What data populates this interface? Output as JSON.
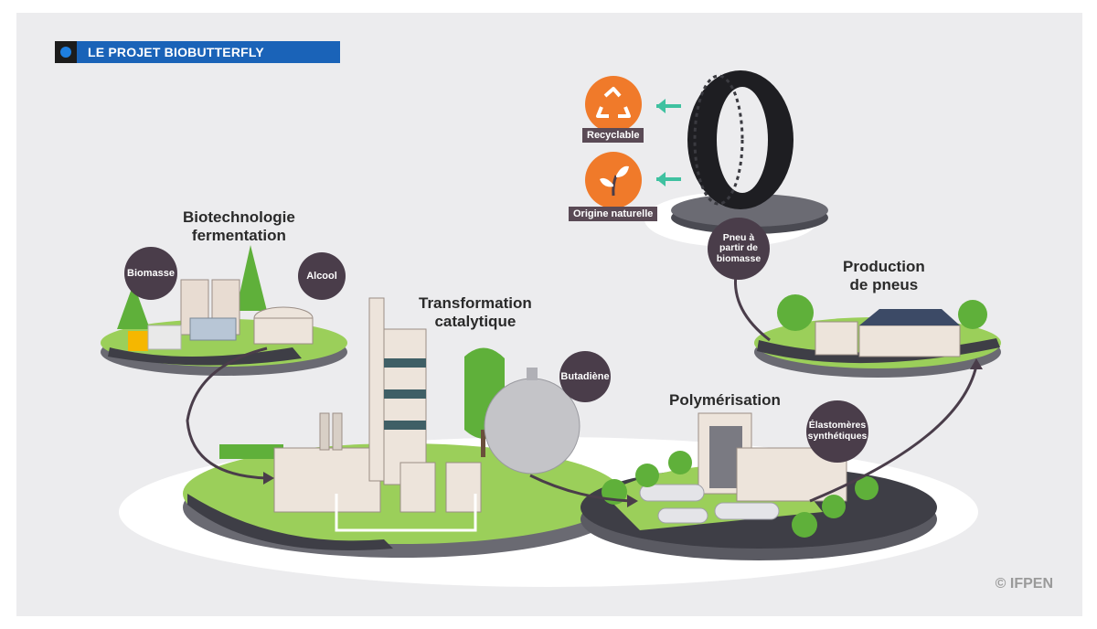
{
  "header": {
    "title": "LE PROJET BIOBUTTERFLY"
  },
  "stages": {
    "biotech": "Biotechnologie\nfermentation",
    "catalytic": "Transformation\ncatalytique",
    "polymer": "Polymérisation",
    "production": "Production\nde pneus"
  },
  "bubbles": {
    "biomasse": "Biomasse",
    "alcool": "Alcool",
    "butadiene": "Butadiène",
    "elastomeres": "Élastomères\nsynthétiques",
    "pneu": "Pneu à\npartir de\nbiomasse"
  },
  "features": {
    "recyclable": "Recyclable",
    "origine": "Origine naturelle"
  },
  "footer": {
    "copyright": "© IFPEN"
  },
  "colors": {
    "background": "#ececee",
    "accent_blue": "#1a63b8",
    "bubble": "#4a3d4a",
    "green": "#8cc63f",
    "orange": "#f07a2a",
    "arrow_teal": "#3fc1a0"
  }
}
